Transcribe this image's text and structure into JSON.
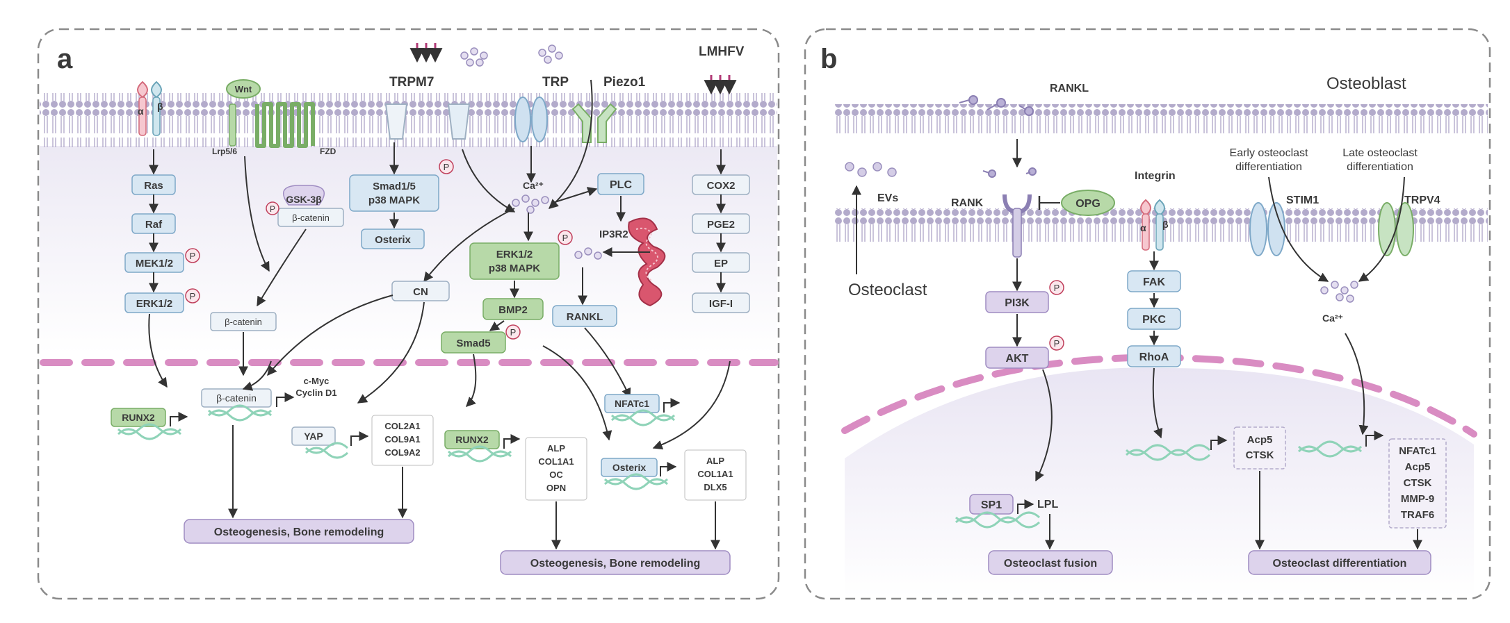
{
  "colors": {
    "panel_border": "#8a8a8a",
    "membrane": "#b9b2cf",
    "membrane_dark": "#9c93b8",
    "blue_box": "#d8e7f3",
    "blue_stroke": "#7ea8c8",
    "green_box": "#b7d9a8",
    "green_stroke": "#79ad66",
    "purple_box": "#ddd3ec",
    "purple_stroke": "#9f8cc2",
    "nuc_dash": "#d98cc2",
    "phospho": "#c0405c",
    "dna": "#8fd3b8",
    "arrow": "#333333"
  },
  "panel_a": {
    "letter": "a",
    "membrane_labels": {
      "trpm7": "TRPM7",
      "trp": "TRP",
      "piezo1": "Piezo1",
      "lmhfv": "LMHFV",
      "wnt": "Wnt",
      "lrp": "Lrp5/6",
      "fzd": "FZD",
      "alpha": "α",
      "beta": "β"
    },
    "cytoplasm": {
      "ras": "Ras",
      "raf": "Raf",
      "mek": "MEK1/2",
      "erk_left": "ERK1/2",
      "gsk": "GSK-3β",
      "bcat_p": "β-catenin",
      "bcat": "β-catenin",
      "smad15_l1": "Smad1/5",
      "smad15_l2": "p38 MAPK",
      "osterix": "Osterix",
      "ca": "Ca²⁺",
      "plc": "PLC",
      "ip3r2": "IP3R2",
      "erk_mid_l1": "ERK1/2",
      "erk_mid_l2": "p38 MAPK",
      "cn": "CN",
      "bmp2": "BMP2",
      "smad5": "Smad5",
      "rankl": "RANKL",
      "cox2": "COX2",
      "pge2": "PGE2",
      "ep": "EP",
      "igf": "IGF-I",
      "p": "P"
    },
    "nucleus": {
      "runx2_left": "RUNX2",
      "bcat_nuc": "β-catenin",
      "myc_l1": "c-Myc",
      "myc_l2": "Cyclin D1",
      "yap": "YAP",
      "col_l1": "COL2A1",
      "col_l2": "COL9A1",
      "col_l3": "COL9A2",
      "runx2_mid": "RUNX2",
      "alp_l1": "ALP",
      "alp_l2": "COL1A1",
      "alp_l3": "OC",
      "alp_l4": "OPN",
      "nfatc1": "NFATc1",
      "osterix_nuc": "Osterix",
      "alp2_l1": "ALP",
      "alp2_l2": "COL1A1",
      "alp2_l3": "DLX5"
    },
    "outcome_left": "Osteogenesis, Bone remodeling",
    "outcome_right": "Osteogenesis, Bone remodeling"
  },
  "panel_b": {
    "letter": "b",
    "osteoblast": "Osteoblast",
    "rankl": "RANKL",
    "evs": "EVs",
    "osteoclast": "Osteoclast",
    "rank": "RANK",
    "opg": "OPG",
    "integrin": "Integrin",
    "alpha": "α",
    "beta": "β",
    "early_l1": "Early osteoclast",
    "early_l2": "differentiation",
    "late_l1": "Late osteoclast",
    "late_l2": "differentiation",
    "stim1": "STIM1",
    "trpv4": "TRPV4",
    "pi3k": "PI3K",
    "akt": "AKT",
    "fak": "FAK",
    "pkc": "PKC",
    "rhoa": "RhoA",
    "ca": "Ca²⁺",
    "p": "P",
    "sp1": "SP1",
    "lpl": "LPL",
    "acp5_l1": "Acp5",
    "acp5_l2": "CTSK",
    "nf_l1": "NFATc1",
    "nf_l2": "Acp5",
    "nf_l3": "CTSK",
    "nf_l4": "MMP-9",
    "nf_l5": "TRAF6",
    "fusion": "Osteoclast fusion",
    "differentiation": "Osteoclast differentiation"
  }
}
